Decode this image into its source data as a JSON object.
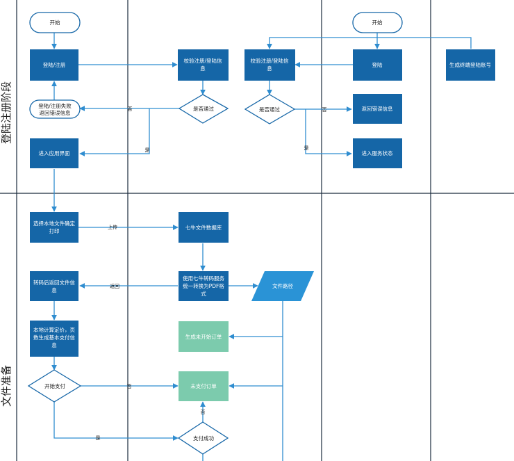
{
  "lanes": {
    "register": "登陆注册阶段",
    "file": "文件准备"
  },
  "nodes": {
    "start_left": "开始",
    "login_register": "登陆/注册",
    "fail_line1": "登陆/注册失败",
    "fail_line2": "返回错误信息",
    "enter_app": "进入应用界面",
    "verify_mid_line1": "校验注册/登陆信",
    "verify_mid_line2": "息",
    "passed_mid": "是否通过",
    "verify_right_line1": "校验注册/登陆信",
    "verify_right_line2": "息",
    "passed_right": "是否通过",
    "start_right": "开始",
    "login_right": "登陆",
    "gen_terminal": "生成终端登陆账号",
    "return_error": "返回错误信息",
    "enter_service": "进入服务状态",
    "select_file_line1": "选择本地文件确定",
    "select_file_line2": "打印",
    "qiniu_db": "七牛文件数据库",
    "convert_line1": "使用七牛转码服务",
    "convert_line2": "统一转换为PDF格",
    "convert_line3": "式",
    "file_path": "文件路径",
    "after_convert_line1": "转码后返回文件信",
    "after_convert_line2": "息",
    "calc_line1": "本地计算定价，页",
    "calc_line2": "数生成基本支付信",
    "calc_line3": "息",
    "unstarted_order": "生成未开始订单",
    "start_pay": "开始支付",
    "unpaid_order": "未支付订单",
    "pay_success": "支付成功"
  },
  "edges": {
    "no_1": "否",
    "yes_1": "是",
    "no_2": "否",
    "yes_2": "是",
    "upload": "上传",
    "return": "返回",
    "no_3": "否",
    "yes_3": "是",
    "no_4": "否"
  }
}
